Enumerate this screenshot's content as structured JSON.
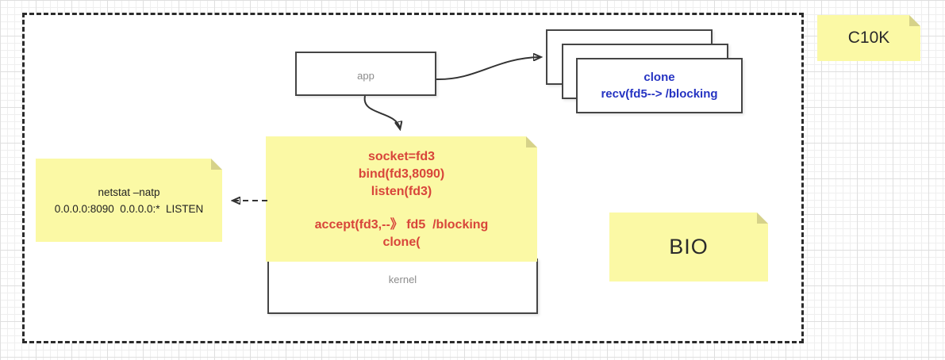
{
  "colors": {
    "note_fill": "#fbf9a5",
    "note_fold": "#d6d289",
    "code_red": "#d8453a",
    "code_blue": "#2533c2",
    "shape_border": "#454545",
    "muted_label": "#8c8c8c",
    "heading_text": "#2b2b2b"
  },
  "app_box": {
    "label": "app"
  },
  "kernel_box": {
    "label": "kernel"
  },
  "thread_stack": {
    "line1": "clone",
    "line2": "recv(fd5--> /blocking"
  },
  "server_note": {
    "setup_lines": [
      "socket=fd3",
      "bind(fd3,8090)",
      "listen(fd3)"
    ],
    "accept_lines": [
      "accept(fd3,--》 fd5  /blocking",
      "clone("
    ]
  },
  "netstat_note": {
    "command": "netstat –natp",
    "output": "0.0.0.0:8090  0.0.0.0:*  LISTEN"
  },
  "bio_note": {
    "label": "BIO"
  },
  "c10k_note": {
    "label": "C10K"
  }
}
